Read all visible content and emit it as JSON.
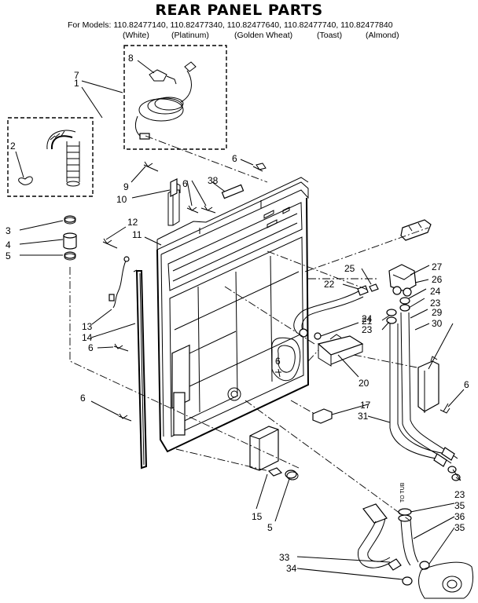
{
  "header": {
    "title": "REAR PANEL PARTS",
    "models_line": "For Models: 110.82477140, 110.82477340, 110.82477640, 110.82477740, 110.82477840",
    "colors": [
      "(White)",
      "(Platinum)",
      "(Golden Wheat)",
      "(Toast)",
      "(Almond)"
    ]
  },
  "callouts": [
    "1",
    "2",
    "3",
    "4",
    "5",
    "5",
    "6",
    "6",
    "6",
    "6",
    "6",
    "6",
    "7",
    "8",
    "9",
    "10",
    "11",
    "12",
    "13",
    "14",
    "15",
    "17",
    "20",
    "21",
    "22",
    "23",
    "23",
    "23",
    "24",
    "24",
    "25",
    "26",
    "27",
    "29",
    "30",
    "31",
    "33",
    "34",
    "35",
    "35",
    "36",
    "38"
  ],
  "annotation": "TO TUB"
}
